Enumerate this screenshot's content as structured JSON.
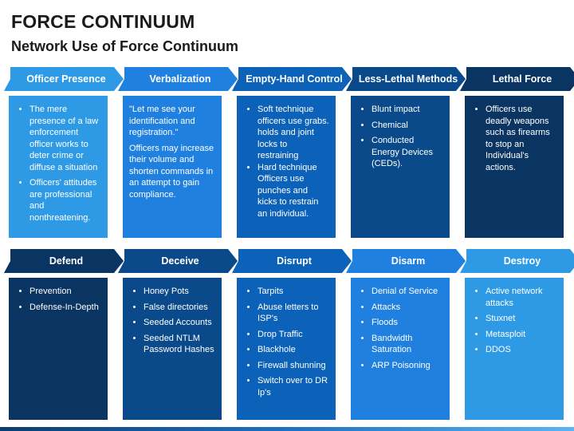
{
  "title": "FORCE CONTINUUM",
  "subtitle": "Network Use of Force Continuum",
  "colors": {
    "c1": "#2e9ae6",
    "c2": "#1f80df",
    "c3": "#0b62b8",
    "c4": "#0b4a8a",
    "c5": "#0a3462"
  },
  "top": [
    {
      "label": "Officer Presence",
      "items": [
        "The mere presence of a law enforcement officer works to deter crime or diffuse a situation",
        "Officers' attitudes are professional and nonthreatening."
      ]
    },
    {
      "label": "Verbalization",
      "paragraphs": [
        "\"Let me see your identification and registration.\"",
        "Officers may increase their volume and shorten commands in an attempt to gain compliance."
      ]
    },
    {
      "label": "Empty-Hand Control",
      "items": [
        "Soft technique officers use grabs. holds and joint locks to restraining",
        "Hard technique Officers use punches and kicks to restrain an individual."
      ]
    },
    {
      "label": "Less-Lethal Methods",
      "items": [
        "Blunt impact",
        "Chemical",
        "Conducted Energy Devices (CEDs)."
      ]
    },
    {
      "label": "Lethal Force",
      "items": [
        "Officers use deadly weapons such as firearms to stop an Individual's actions."
      ]
    }
  ],
  "bottom": [
    {
      "label": "Defend",
      "items": [
        "Prevention",
        "Defense-In-Depth"
      ]
    },
    {
      "label": "Deceive",
      "items": [
        "Honey Pots",
        "False directories",
        "Seeded Accounts",
        "Seeded NTLM Password Hashes"
      ]
    },
    {
      "label": "Disrupt",
      "items": [
        "Tarpits",
        "Abuse letters to ISP's",
        "Drop Traffic",
        "Blackhole",
        "Firewall shunning",
        "Switch over to DR Ip's"
      ]
    },
    {
      "label": "Disarm",
      "items": [
        "Denial of Service",
        "Attacks",
        "Floods",
        "Bandwidth Saturation",
        "ARP Poisoning"
      ]
    },
    {
      "label": "Destroy",
      "items": [
        "Active network attacks",
        "Stuxnet",
        "Metasploit",
        "DDOS"
      ]
    }
  ]
}
